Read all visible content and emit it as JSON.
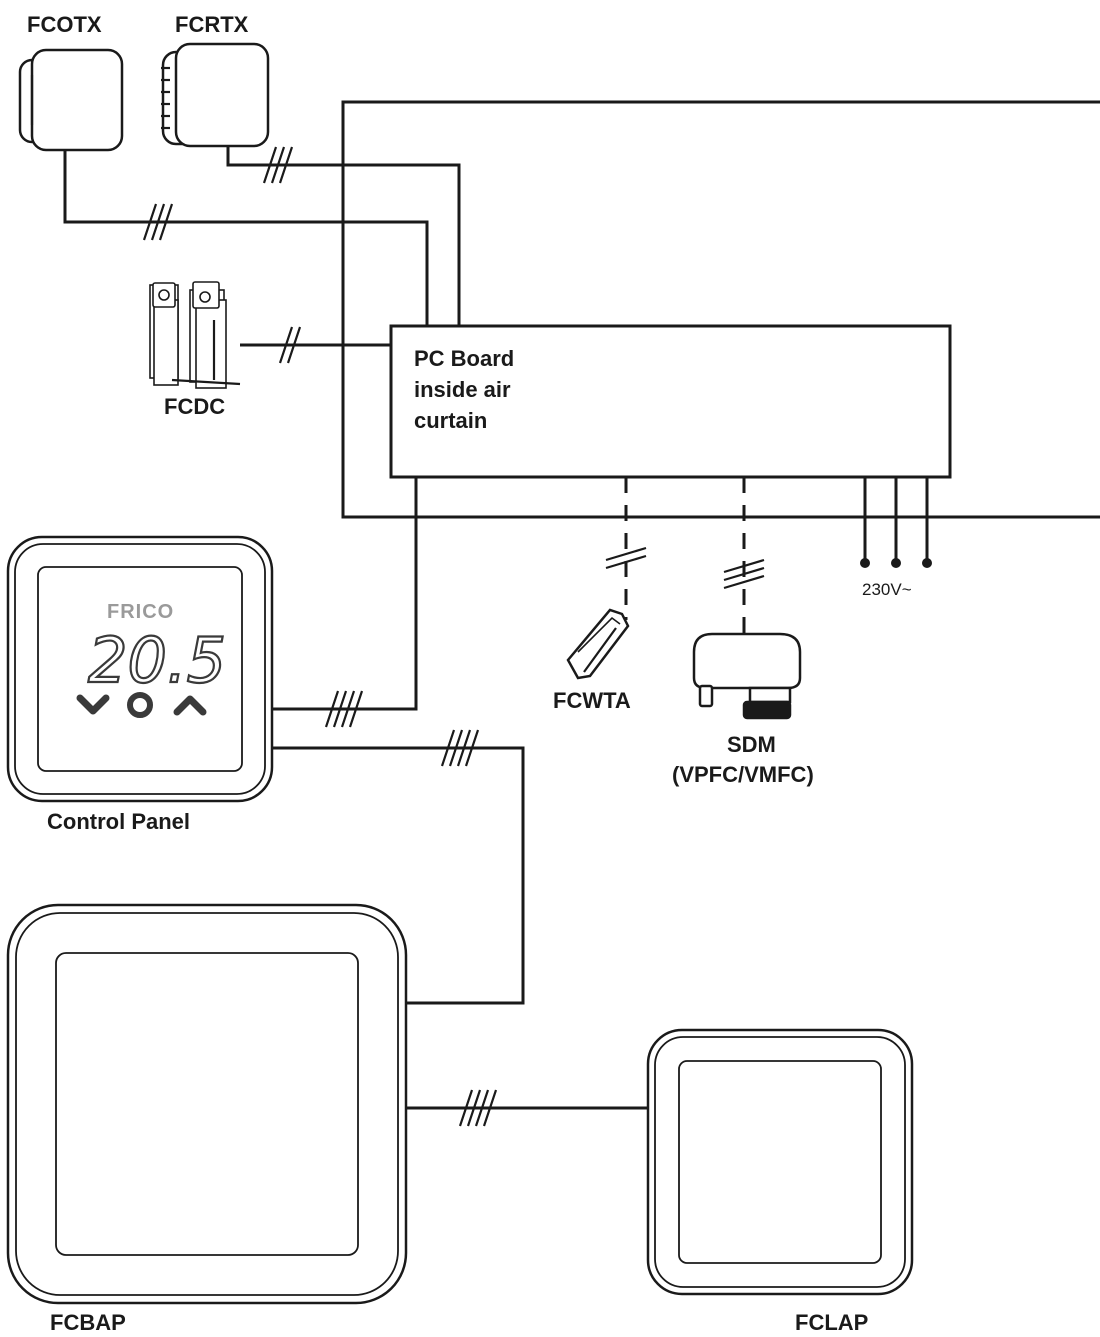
{
  "devices": {
    "fcotx": "FCOTX",
    "fcrtx": "FCRTX",
    "fcdc": "FCDC",
    "control_panel": "Control Panel",
    "fcwta": "FCWTA",
    "sdm_line1": "SDM",
    "sdm_line2": "(VPFC/VMFC)",
    "fcbap": "FCBAP",
    "fclap": "FCLAP"
  },
  "pc_board": {
    "line1": "PC Board",
    "line2": "inside air",
    "line3": "curtain"
  },
  "power": "230V~",
  "control_panel_display": {
    "brand": "FRICO",
    "temperature": "20.5"
  }
}
